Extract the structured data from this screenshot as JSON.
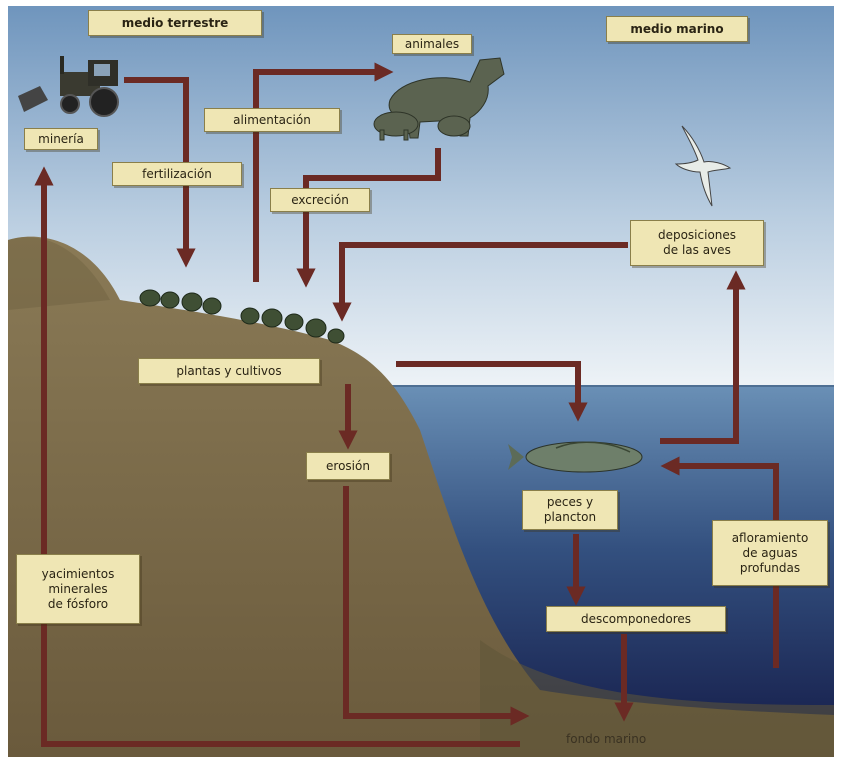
{
  "labels": {
    "medio_terrestre": "medio terrestre",
    "medio_marino": "medio marino",
    "animales": "animales",
    "mineria": "minería",
    "alimentacion": "alimentación",
    "fertilizacion": "fertilización",
    "excrecion": "excreción",
    "deposiciones": "deposiciones\nde las aves",
    "plantas": "plantas y cultivos",
    "erosion": "erosión",
    "peces": "peces y\nplancton",
    "afloramiento": "afloramiento\nde aguas\nprofundas",
    "yacimientos": "yacimientos\nminerales\nde fósforo",
    "descomponedores": "descomponedores",
    "fondo_marino": "fondo marino"
  },
  "colors": {
    "arrow": "#6b2a24",
    "sky_top": "#7fa2c4",
    "sky_bottom": "#e4ecf2",
    "land": "#7a6a4a",
    "sea_top": "#5f86ad",
    "sea_bottom": "#1c2b55",
    "label_bg": "#efe6b4"
  },
  "icons": [
    "tractor-icon",
    "animals-icon",
    "bird-icon",
    "fish-icon",
    "plants-icon"
  ]
}
